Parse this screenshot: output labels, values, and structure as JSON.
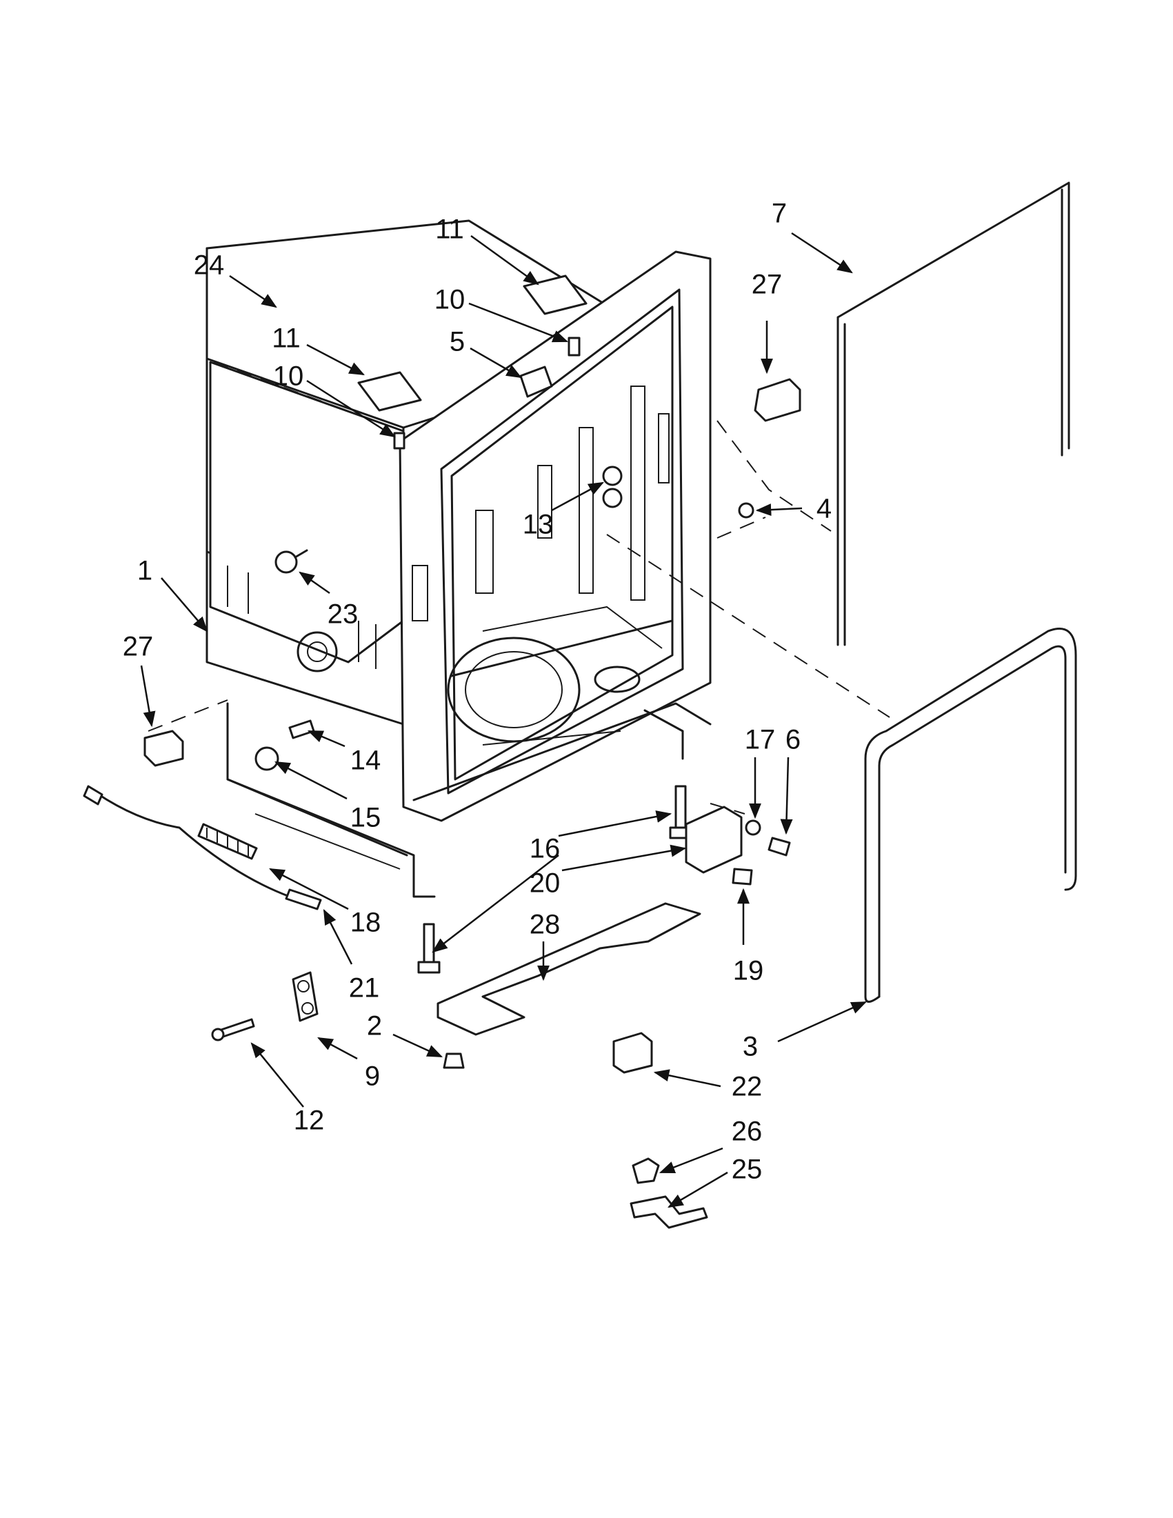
{
  "callouts": [
    {
      "id": "c24",
      "label": "24"
    },
    {
      "id": "c11a",
      "label": "11"
    },
    {
      "id": "c10a",
      "label": "10"
    },
    {
      "id": "c11b",
      "label": "11"
    },
    {
      "id": "c10b",
      "label": "10"
    },
    {
      "id": "c5",
      "label": "5"
    },
    {
      "id": "c7",
      "label": "7"
    },
    {
      "id": "c27a",
      "label": "27"
    },
    {
      "id": "c4",
      "label": "4"
    },
    {
      "id": "c13",
      "label": "13"
    },
    {
      "id": "c1",
      "label": "1"
    },
    {
      "id": "c23",
      "label": "23"
    },
    {
      "id": "c27b",
      "label": "27"
    },
    {
      "id": "c14",
      "label": "14"
    },
    {
      "id": "c15",
      "label": "15"
    },
    {
      "id": "c17",
      "label": "17"
    },
    {
      "id": "c6",
      "label": "6"
    },
    {
      "id": "c16",
      "label": "16"
    },
    {
      "id": "c20",
      "label": "20"
    },
    {
      "id": "c28",
      "label": "28"
    },
    {
      "id": "c18",
      "label": "18"
    },
    {
      "id": "c19",
      "label": "19"
    },
    {
      "id": "c21",
      "label": "21"
    },
    {
      "id": "c2",
      "label": "2"
    },
    {
      "id": "c3",
      "label": "3"
    },
    {
      "id": "c9",
      "label": "9"
    },
    {
      "id": "c22",
      "label": "22"
    },
    {
      "id": "c12",
      "label": "12"
    },
    {
      "id": "c26",
      "label": "26"
    },
    {
      "id": "c25",
      "label": "25"
    }
  ]
}
